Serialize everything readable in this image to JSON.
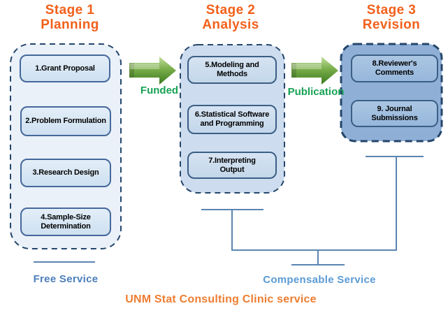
{
  "stages": [
    {
      "title_line1": "Stage 1",
      "title_line2": "Planning",
      "boxes": [
        "1.Grant Proposal",
        "2.Problem Formulation",
        "3.Research Design",
        "4.Sample-Size\nDetermination"
      ]
    },
    {
      "title_line1": "Stage 2",
      "title_line2": "Analysis",
      "boxes": [
        "5.Modeling and\nMethods",
        "6.Statistical Software\nand Programming",
        "7.Interpreting\nOutput"
      ]
    },
    {
      "title_line1": "Stage 3",
      "title_line2": "Revision",
      "boxes": [
        "8.Reviewer's\nComments",
        "9. Journal\nSubmissions"
      ]
    }
  ],
  "arrows": [
    {
      "label": "Funded"
    },
    {
      "label": "Publication"
    }
  ],
  "labels": {
    "free_service": "Free Service",
    "compensable_service": "Compensable Service",
    "footer": "UNM Stat Consulting Clinic service"
  },
  "colors": {
    "stage_title": "#F2601A",
    "footer": "#ED7D31",
    "arrow_label": "#17A254",
    "free_service": "#4A7EBB",
    "compensable_service": "#5B9BD5",
    "connector_line": "#5B84B1",
    "container_border": "#24466B",
    "stage1_fill": "#EBF1F9",
    "stage2_fill": "#CDDCEE",
    "stage3_fill": "#8FAFD6",
    "arrow_green_light": "#C4DF9C",
    "arrow_green_dark": "#3A7A1E"
  }
}
